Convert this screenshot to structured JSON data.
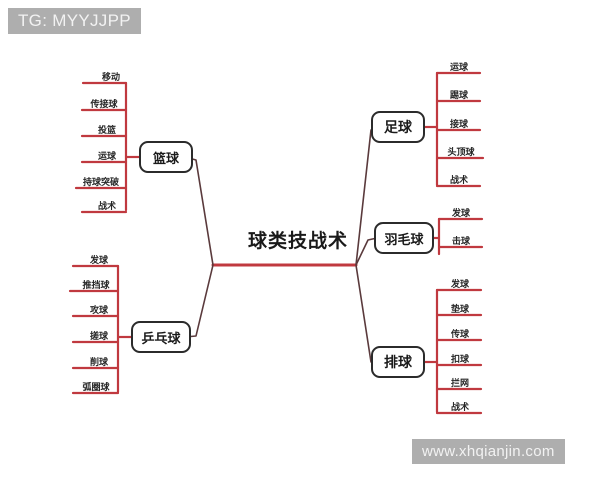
{
  "watermarks": {
    "top": "TG: MYYJJPP",
    "bottom": "www.xhqianjin.com"
  },
  "colors": {
    "branch_red": "#c0393f",
    "branch_dark": "#4a3336",
    "node_border": "#2b2b2b",
    "text": "#1a1a1a",
    "watermark_bg": "#aeaeae",
    "watermark_text": "#f2f2f2",
    "background": "#ffffff"
  },
  "mindmap": {
    "root": {
      "label": "球类技战术"
    },
    "branches": [
      {
        "id": "basketball",
        "label": "篮球",
        "side": "left",
        "leaves": [
          {
            "label": "移动"
          },
          {
            "label": "传接球"
          },
          {
            "label": "投篮"
          },
          {
            "label": "运球"
          },
          {
            "label": "持球突破"
          },
          {
            "label": "战术"
          }
        ]
      },
      {
        "id": "table-tennis",
        "label": "乒乓球",
        "side": "left",
        "leaves": [
          {
            "label": "发球"
          },
          {
            "label": "推挡球"
          },
          {
            "label": "攻球"
          },
          {
            "label": "搓球"
          },
          {
            "label": "削球"
          },
          {
            "label": "弧圈球"
          }
        ]
      },
      {
        "id": "football",
        "label": "足球",
        "side": "right",
        "leaves": [
          {
            "label": "运球"
          },
          {
            "label": "踢球"
          },
          {
            "label": "接球"
          },
          {
            "label": "头顶球"
          },
          {
            "label": "战术"
          }
        ]
      },
      {
        "id": "badminton",
        "label": "羽毛球",
        "side": "right",
        "leaves": [
          {
            "label": "发球"
          },
          {
            "label": "击球"
          }
        ]
      },
      {
        "id": "volleyball",
        "label": "排球",
        "side": "right",
        "leaves": [
          {
            "label": "发球"
          },
          {
            "label": "垫球"
          },
          {
            "label": "传球"
          },
          {
            "label": "扣球"
          },
          {
            "label": "拦网"
          },
          {
            "label": "战术"
          }
        ]
      }
    ]
  }
}
